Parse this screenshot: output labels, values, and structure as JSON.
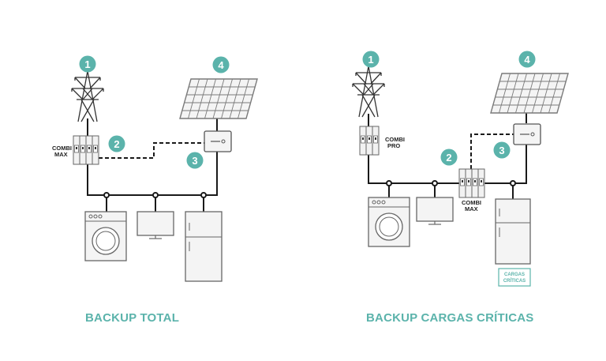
{
  "colors": {
    "accent": "#5bb3ab",
    "line": "#1a1a1a",
    "device": "#6b6b6b",
    "device_fill": "#f2f2f2",
    "panel_fill": "#f4f4f4"
  },
  "left": {
    "title": "BACKUP TOTAL",
    "combi_label_1": "COMBI",
    "combi_label_2": "MAX",
    "badges": [
      "1",
      "2",
      "3",
      "4"
    ]
  },
  "right": {
    "title": "BACKUP CARGAS CRÍTICAS",
    "combi_pro_label_1": "COMBI",
    "combi_pro_label_2": "PRO",
    "combi_max_label_1": "COMBI",
    "combi_max_label_2": "MAX",
    "critical_label_1": "CARGAS",
    "critical_label_2": "CRÍTICAS",
    "badges": [
      "1",
      "2",
      "3",
      "4"
    ]
  },
  "icons": [
    "transmission-tower-icon",
    "solar-panel-icon",
    "inverter-icon",
    "washing-machine-icon",
    "tv-icon",
    "refrigerator-icon",
    "breaker-panel-icon"
  ]
}
